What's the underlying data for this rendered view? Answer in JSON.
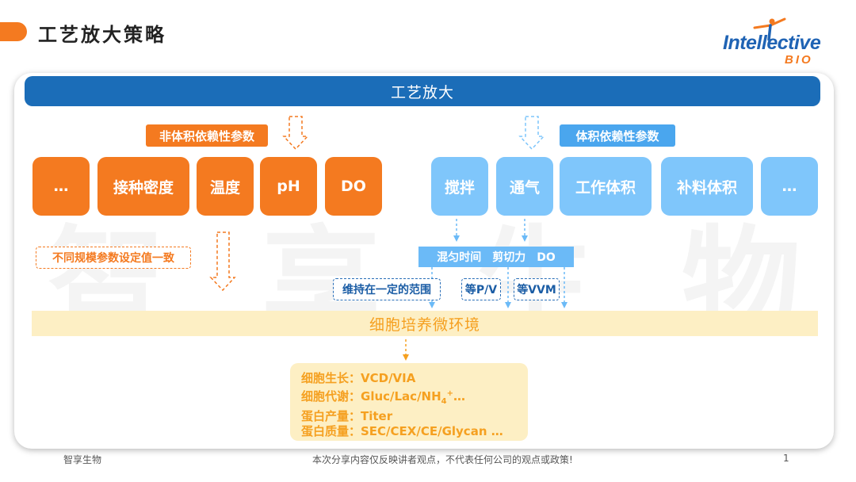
{
  "slide": {
    "title": "工艺放大策略"
  },
  "logo": {
    "name": "Intellective",
    "sub": "BIO"
  },
  "watermark": [
    "智",
    "享",
    "生",
    "物"
  ],
  "banner": "工艺放大",
  "left_group": {
    "label": "非体积依赖性参数",
    "params": [
      "…",
      "接种密度",
      "温度",
      "pH",
      "DO"
    ],
    "note": "不同规模参数设定值一致"
  },
  "right_group": {
    "label": "体积依赖性参数",
    "params": [
      "搅拌",
      "通气",
      "工作体积",
      "补料体积",
      "…"
    ],
    "mid_bar": "混匀时间　剪切力　DO",
    "notes": [
      "维持在一定的范围",
      "等P/V",
      "等VVM"
    ]
  },
  "environment": "细胞培养微环境",
  "outputs": {
    "growth": "细胞生长：VCD/VIA",
    "metabolism": "细胞代谢：Gluc/Lac/NH",
    "metabolism_sub": "4",
    "metabolism_sup": "+",
    "metabolism_tail": "…",
    "yield": "蛋白产量：Titer",
    "quality": "蛋白质量：SEC/CEX/CE/Glycan …"
  },
  "footer": {
    "left": "智享生物",
    "center": "本次分享内容仅反映讲者观点，不代表任何公司的观点或政策!",
    "page": "1"
  },
  "colors": {
    "orange": "#f47a20",
    "blue_dark": "#1b6db8",
    "blue_light": "#7fc6fb",
    "yellow_bg": "#fdefc4",
    "yellow_text": "#f5a020"
  }
}
